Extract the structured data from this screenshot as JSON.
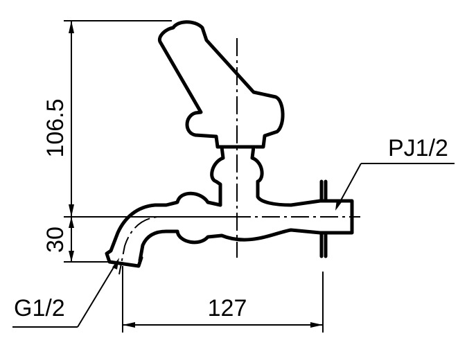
{
  "labels": {
    "height_main": "106.5",
    "height_spout": "30",
    "width_total": "127",
    "outlet_thread": "G1/2",
    "inlet_thread": "PJ1/2"
  }
}
